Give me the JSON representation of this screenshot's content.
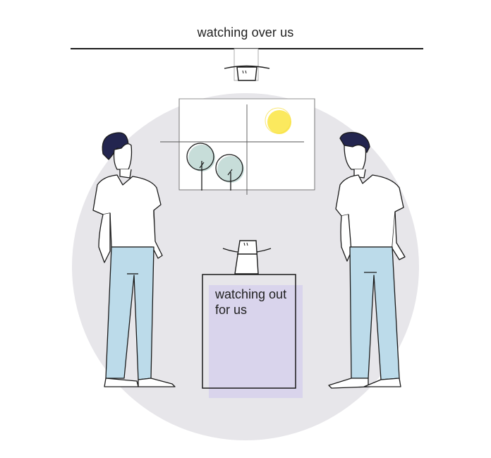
{
  "top_caption": "watching over us",
  "box_caption_line1": "watching out",
  "box_caption_line2": "for us",
  "colors": {
    "backdrop_circle": "#e7e6ea",
    "outline": "#1a1a1a",
    "hair": "#23254f",
    "pants": "#bcdbea",
    "sun": "#fbe95e",
    "tree": "#c7ddd9",
    "box_highlight": "#d9d4ec"
  }
}
